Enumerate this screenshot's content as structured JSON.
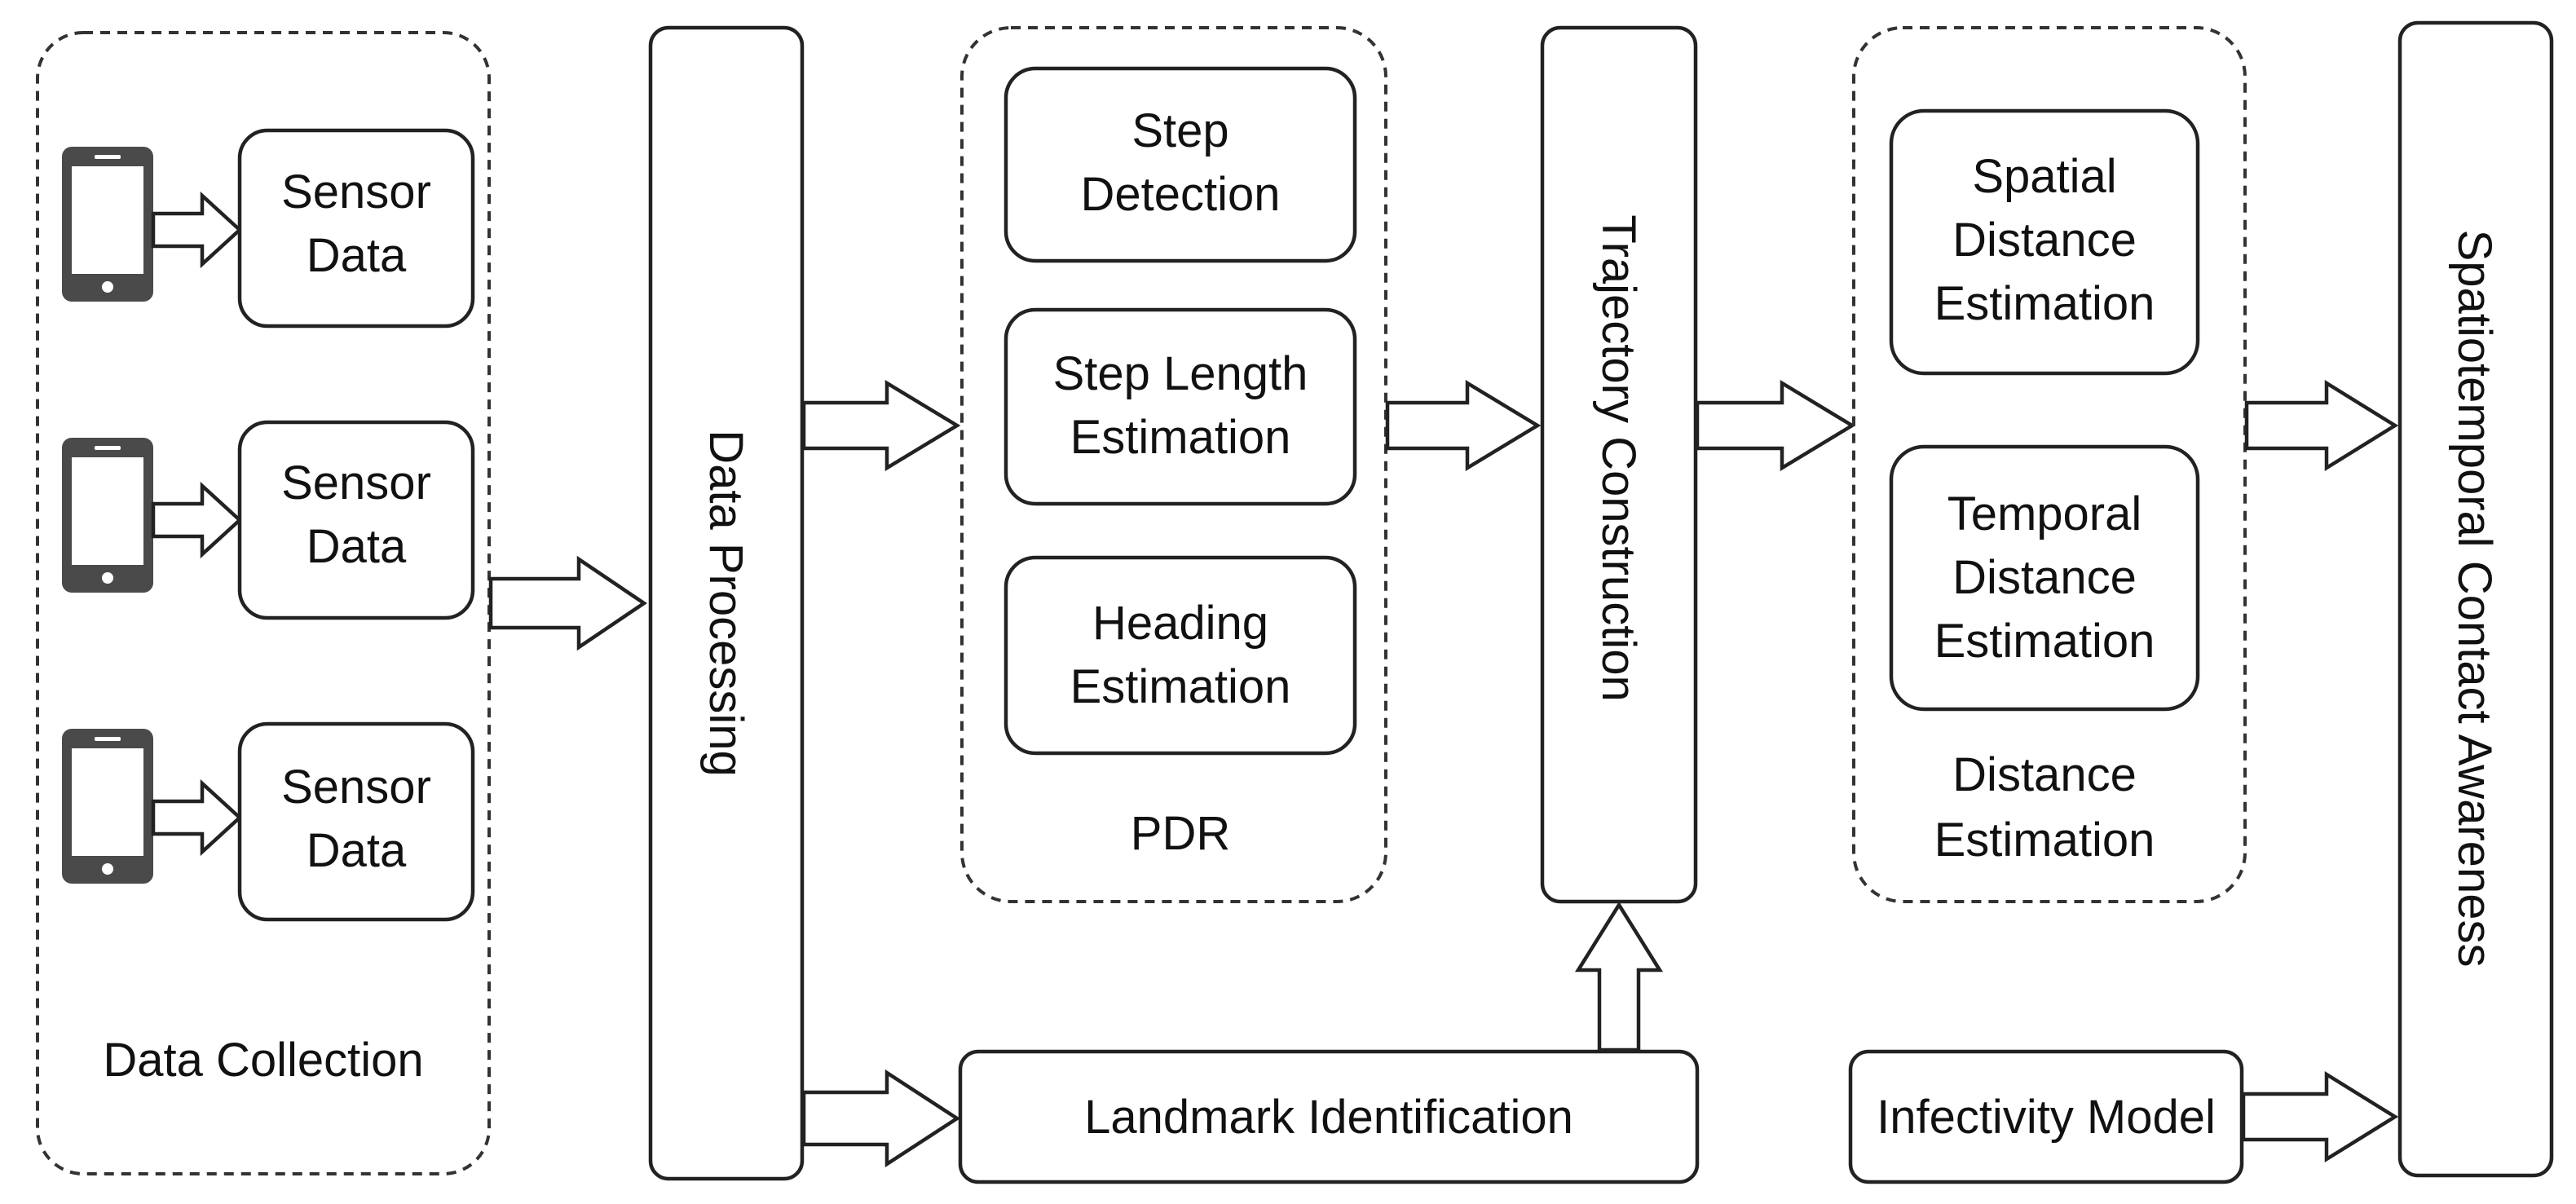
{
  "diagram": {
    "sensor_label": "Sensor Data",
    "data_collection": "Data Collection",
    "data_processing": "Data Processing",
    "pdr": {
      "group_label": "PDR",
      "step_detection": "Step Detection",
      "step_length": "Step Length Estimation",
      "heading": "Heading Estimation"
    },
    "trajectory": "Trajectory Construction",
    "landmark": "Landmark Identification",
    "distance": {
      "group_label": "Distance Estimation",
      "spatial": "Spatial Distance Estimation",
      "temporal": "Temporal Distance Estimation"
    },
    "infectivity": "Infectivity Model",
    "awareness": "Spatiotemporal Contact Awareness"
  }
}
